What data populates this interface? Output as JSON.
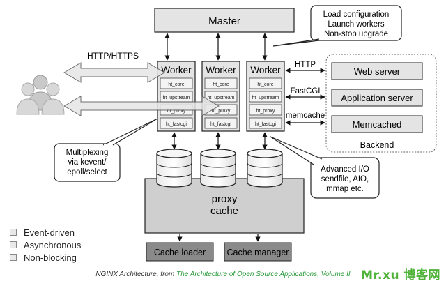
{
  "master": {
    "label": "Master"
  },
  "master_note": {
    "lines": [
      "Load configuration",
      "Launch workers",
      "Non-stop upgrade"
    ]
  },
  "workers": [
    {
      "title": "Worker",
      "modules": [
        "ht_core",
        "ht_upstream",
        "ht_proxy",
        "ht_fastcgi"
      ]
    },
    {
      "title": "Worker",
      "modules": [
        "ht_core",
        "ht_upstream",
        "ht_proxy",
        "ht_fastcgi"
      ]
    },
    {
      "title": "Worker",
      "modules": [
        "ht_core",
        "ht_upstream",
        "ht_proxy",
        "ht_fastcgi"
      ]
    }
  ],
  "client_protocol": "HTTP/HTTPS",
  "backend_links": [
    "HTTP",
    "FastCGI",
    "memcache"
  ],
  "backend": {
    "servers": [
      "Web server",
      "Application server",
      "Memcached"
    ],
    "label": "Backend"
  },
  "multiplex_note": {
    "lines": [
      "Multiplexing",
      "via kevent/",
      "epoll/select"
    ]
  },
  "io_note": {
    "lines": [
      "Advanced I/O",
      "sendfile, AIO,",
      "mmap etc."
    ]
  },
  "cache": {
    "lines": [
      "proxy",
      "cache"
    ]
  },
  "cache_processes": [
    "Cache loader",
    "Cache manager"
  ],
  "legend": [
    "Event-driven",
    "Asynchronous",
    "Non-blocking"
  ],
  "attribution": {
    "prefix": "NGINX Architecture, from ",
    "link": "The Architecture of Open Source Applications, Volume II"
  },
  "watermark": "Mr.xu 博客网",
  "colors": {
    "box_fill": "#e4e4e4",
    "cache_fill": "#cfcfcf",
    "process_fill": "#8a8a8a",
    "watermark": "#4fb33a",
    "link": "#2a9a3a"
  }
}
